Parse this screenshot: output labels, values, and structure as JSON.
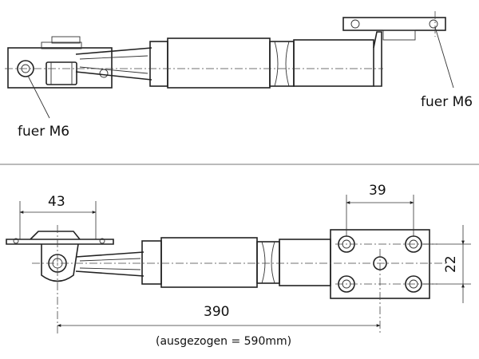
{
  "top_view": {
    "label_left": "fuer  M6",
    "label_right": "fuer  M6"
  },
  "bottom_view": {
    "dim_43": "43",
    "dim_39": "39",
    "dim_22": "22",
    "dim_390": "390",
    "extended_note": "(ausgezogen = 590mm)"
  },
  "colors": {
    "line": "#222222",
    "separator": "#bbbbbb",
    "background": "#ffffff"
  }
}
